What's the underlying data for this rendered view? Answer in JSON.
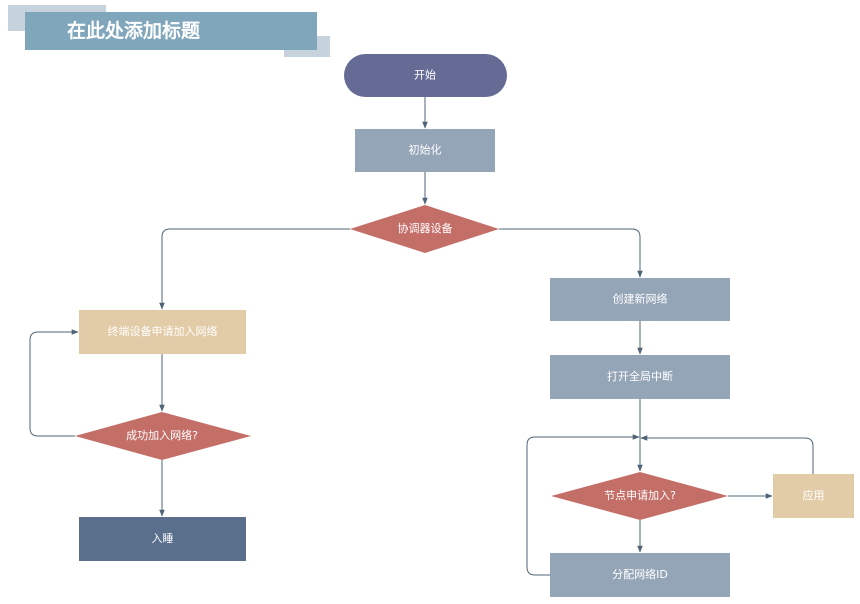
{
  "title": "在此处添加标题",
  "colors": {
    "terminal": "#656b94",
    "process": "#95a5b8",
    "decision": "#c46e68",
    "highlight": "#e2cba7",
    "dark": "#5a6f8c",
    "edge": "#4f6577"
  },
  "nodes": {
    "start": "开始",
    "init": "初始化",
    "coordinator": "协调器设备",
    "end_request": "终端设备申请加入网络",
    "join_success": "成功加入网络?",
    "sleep": "入睡",
    "create_network": "创建新网络",
    "enable_interrupt": "打开全局中断",
    "node_request": "节点申请加入?",
    "app": "应用",
    "assign_id": "分配网络ID"
  }
}
